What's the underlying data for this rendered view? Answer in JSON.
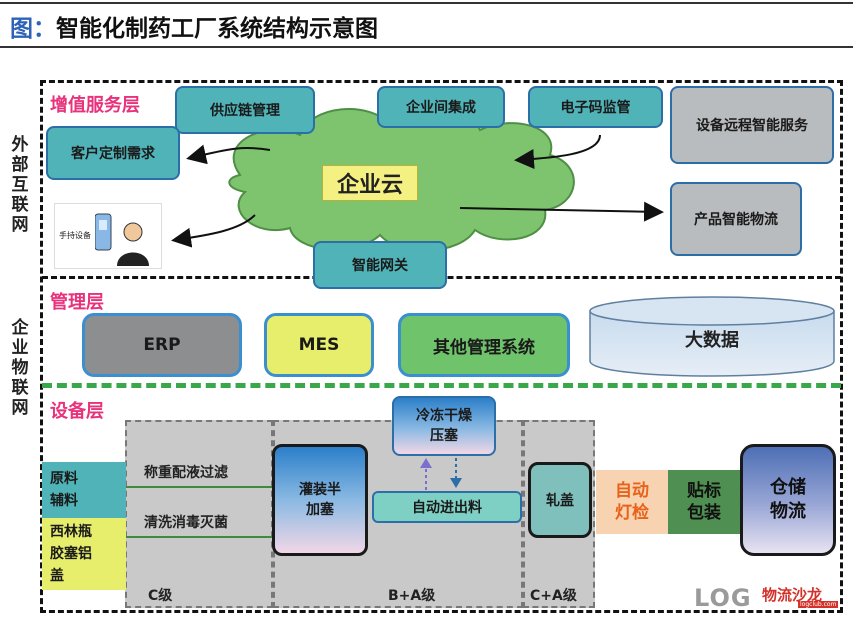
{
  "header": {
    "prefix": "图：",
    "title": "智能化制药工厂系统结构示意图"
  },
  "side_labels": {
    "external": "外部互联网",
    "enterprise": "企业物联网"
  },
  "layers": {
    "value_added": "增值服务层",
    "management": "管理层",
    "equipment": "设备层"
  },
  "value_added": {
    "supply_chain": "供应链管理",
    "enterprise_integration": "企业间集成",
    "ecode_supervision": "电子码监管",
    "remote_service": "设备远程智能服务",
    "customer_demand": "客户定制需求",
    "handheld_device": "手持设备",
    "cloud": "企业云",
    "product_logistics": "产品智能物流",
    "gateway": "智能网关"
  },
  "management": {
    "erp": "ERP",
    "mes": "MES",
    "other_systems": "其他管理系统",
    "big_data": "大数据"
  },
  "equipment": {
    "raw_materials": "原料辅料",
    "vials": "西林瓶胶塞铝盖",
    "weighing": "称重配液过滤",
    "cleaning": "清洗消毒灭菌",
    "filling": "灌装半加塞",
    "freeze_dry": "冷冻干燥压塞",
    "auto_loading": "自动进出料",
    "capping": "轧盖",
    "light_inspection": "自动灯检",
    "labeling": "贴标包装",
    "storage": "仓储物流",
    "grade_c": "C级",
    "grade_ba": "B+A级",
    "grade_ca": "C+A级"
  },
  "logo": {
    "mark": "LOG",
    "brand": "物流沙龙",
    "site": "logclub.com"
  },
  "colors": {
    "title_accent": "#2c63b8",
    "layer_title": "#e8327c",
    "teal_box": "#4fb3b8",
    "cloud": "#7ec46f",
    "divider_green": "#3aa84a",
    "mes_yellow": "#e6ee6c",
    "inspection_orange": "#f07c1a"
  }
}
